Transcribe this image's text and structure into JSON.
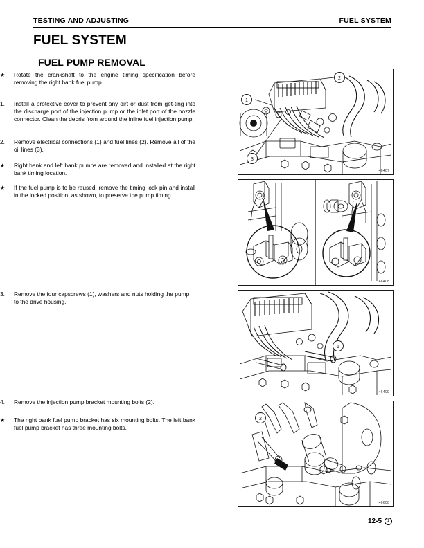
{
  "header": {
    "left": "TESTING AND ADJUSTING",
    "right": "FUEL SYSTEM"
  },
  "chapter_title": "FUEL SYSTEM",
  "section_title": "FUEL PUMP REMOVAL",
  "content_blocks": [
    {
      "marker": "★",
      "type": "star",
      "text": "Rotate the crankshaft to the engine timing specification before removing the right bank fuel pump."
    },
    {
      "marker": "1.",
      "type": "numbered",
      "text": "Install a protective cover to prevent any dirt or dust from get-ting into the discharge port of the injection pump or the inlet port of the nozzle connector. Clean the debris from around the inline fuel injection pump."
    },
    {
      "marker": "2.",
      "type": "numbered",
      "text": "Remove electrical connections (1) and fuel lines (2). Remove all of the oil lines (3)."
    },
    {
      "marker": "★",
      "type": "star",
      "text": "Right bank and left bank pumps are removed and installed at the right bank timing location."
    },
    {
      "marker": "★",
      "type": "star",
      "text": "If the fuel pump is to be reused, remove the timing lock pin and install in the locked position, as shown, to preserve the pump timing."
    },
    {
      "marker": "3.",
      "type": "numbered",
      "text": "Remove the four capscrews (1), washers and nuts holding the pump to the drive housing."
    },
    {
      "marker": "4.",
      "type": "numbered",
      "text": "Remove the injection pump bracket mounting bolts (2)."
    },
    {
      "marker": "★",
      "type": "star",
      "text": "The right bank fuel pump bracket has six mounting bolts. The left bank fuel pump bracket has three mounting bolts."
    }
  ],
  "figures": [
    {
      "name": "injection-pump-connections",
      "label": "46407",
      "callouts": [
        "1",
        "2",
        "3"
      ],
      "description": "Line drawing of inline fuel injection pump showing electrical connections, fuel lines and oil lines"
    },
    {
      "name": "timing-lock-pin-detail",
      "label": "46408",
      "callouts": [],
      "description": "Two-panel detail view of timing lock pin in unlocked and locked position with magnified circular insets"
    },
    {
      "name": "pump-capscrews",
      "label": "46409",
      "callouts": [
        "1"
      ],
      "description": "Line drawing showing the four capscrews, washers and nuts holding the pump to the drive housing"
    },
    {
      "name": "pump-bracket-bolts",
      "label": "46600",
      "callouts": [
        "2"
      ],
      "description": "Line drawing showing injection pump bracket mounting bolts"
    }
  ],
  "footer": {
    "page_number": "12-5",
    "mark": "1"
  }
}
